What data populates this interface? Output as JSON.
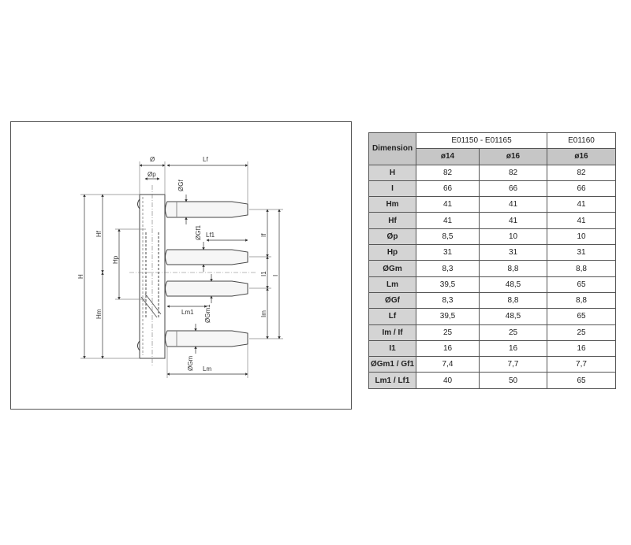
{
  "drawing": {
    "labels": {
      "diam": "Ø",
      "diam_p": "Øp",
      "lf": "Lf",
      "diam_gf": "ØGf",
      "diam_gf1": "ØGf1",
      "lf1": "Lf1",
      "lm1": "Lm1",
      "diam_gm1": "ØGm1",
      "diam_gm": "ØGm",
      "lm": "Lm",
      "h": "H",
      "hf": "Hf",
      "hm": "Hm",
      "hp": "Hp",
      "if": "If",
      "i1": "I1",
      "i": "I",
      "im": "Im"
    }
  },
  "table": {
    "dimension_header": "Dimension",
    "groups": [
      "E01150 - E01165",
      "E01160"
    ],
    "subheaders": [
      "ø14",
      "ø16",
      "ø16"
    ],
    "rows": [
      {
        "label": "H",
        "values": [
          "82",
          "82",
          "82"
        ]
      },
      {
        "label": "I",
        "values": [
          "66",
          "66",
          "66"
        ]
      },
      {
        "label": "Hm",
        "values": [
          "41",
          "41",
          "41"
        ]
      },
      {
        "label": "Hf",
        "values": [
          "41",
          "41",
          "41"
        ]
      },
      {
        "label": "Øp",
        "values": [
          "8,5",
          "10",
          "10"
        ]
      },
      {
        "label": "Hp",
        "values": [
          "31",
          "31",
          "31"
        ]
      },
      {
        "label": "ØGm",
        "values": [
          "8,3",
          "8,8",
          "8,8"
        ]
      },
      {
        "label": "Lm",
        "values": [
          "39,5",
          "48,5",
          "65"
        ]
      },
      {
        "label": "ØGf",
        "values": [
          "8,3",
          "8,8",
          "8,8"
        ]
      },
      {
        "label": "Lf",
        "values": [
          "39,5",
          "48,5",
          "65"
        ]
      },
      {
        "label": "Im / If",
        "values": [
          "25",
          "25",
          "25"
        ]
      },
      {
        "label": "I1",
        "values": [
          "16",
          "16",
          "16"
        ]
      },
      {
        "label": "ØGm1 / Gf1",
        "values": [
          "7,4",
          "7,7",
          "7,7"
        ]
      },
      {
        "label": "Lm1 / Lf1",
        "values": [
          "40",
          "50",
          "65"
        ]
      }
    ]
  }
}
